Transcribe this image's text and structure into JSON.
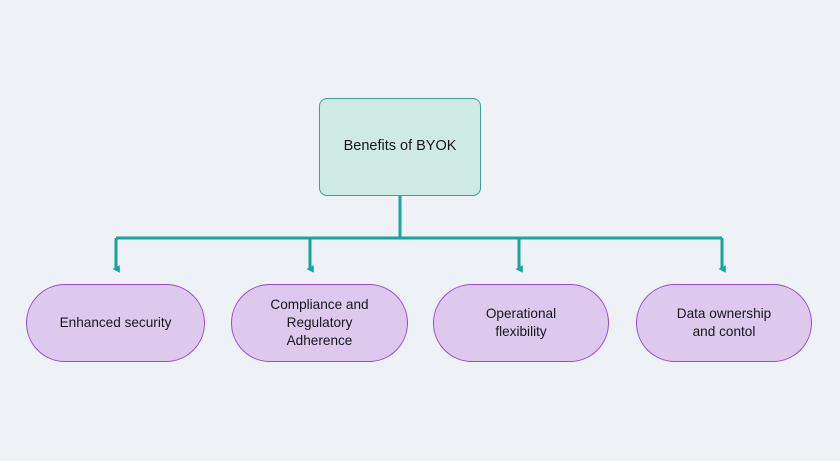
{
  "diagram": {
    "type": "flowchart",
    "orientation": "top-down",
    "background_color": "#eef2f6",
    "edge_color": "#16a79a",
    "root": {
      "label": "Benefits of BYOK",
      "shape": "rounded-rectangle",
      "fill_color": "#cdeae5",
      "border_color": "#3fa193"
    },
    "leaves": [
      {
        "label": "Enhanced security",
        "shape": "stadium",
        "fill_color": "#ddc9ee",
        "border_color": "#9a4bd0"
      },
      {
        "label": "Compliance and\nRegulatory\nAdherence",
        "shape": "stadium",
        "fill_color": "#ddc9ee",
        "border_color": "#9a4bd0"
      },
      {
        "label": "Operational\nflexibility",
        "shape": "stadium",
        "fill_color": "#ddc9ee",
        "border_color": "#9a4bd0"
      },
      {
        "label": "Data ownership\nand contol",
        "shape": "stadium",
        "fill_color": "#ddc9ee",
        "border_color": "#9a4bd0"
      }
    ]
  }
}
